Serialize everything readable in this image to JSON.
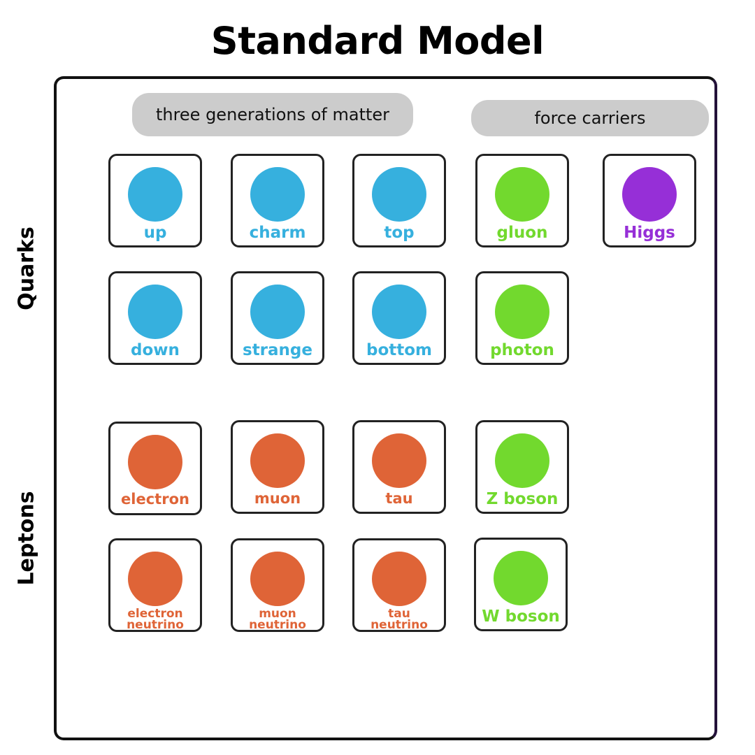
{
  "title": "Standard Model",
  "headers": {
    "matter": "three generations of matter",
    "forces": "force carriers"
  },
  "side_labels": {
    "quarks": "Quarks",
    "leptons": "Leptons"
  },
  "colors": {
    "quark": "#36b0de",
    "lepton": "#df6437",
    "boson": "#72d92e",
    "higgs": "#962fd7",
    "header_pill": "#cccccc"
  },
  "particles": {
    "up": {
      "line1": "up",
      "line2": "",
      "kind": "quark"
    },
    "charm": {
      "line1": "charm",
      "line2": "",
      "kind": "quark"
    },
    "top": {
      "line1": "top",
      "line2": "",
      "kind": "quark"
    },
    "down": {
      "line1": "down",
      "line2": "",
      "kind": "quark"
    },
    "strange": {
      "line1": "strange",
      "line2": "",
      "kind": "quark"
    },
    "bottom": {
      "line1": "bottom",
      "line2": "",
      "kind": "quark"
    },
    "gluon": {
      "line1": "gluon",
      "line2": "",
      "kind": "boson"
    },
    "photon": {
      "line1": "photon",
      "line2": "",
      "kind": "boson"
    },
    "higgs": {
      "line1": "Higgs",
      "line2": "",
      "kind": "higgs"
    },
    "electron": {
      "line1": "electron",
      "line2": "",
      "kind": "lepton"
    },
    "muon": {
      "line1": "muon",
      "line2": "",
      "kind": "lepton"
    },
    "tau": {
      "line1": "tau",
      "line2": "",
      "kind": "lepton"
    },
    "electron_neutrino": {
      "line1": "electron",
      "line2": "neutrino",
      "kind": "lepton"
    },
    "muon_neutrino": {
      "line1": "muon",
      "line2": "neutrino",
      "kind": "lepton"
    },
    "tau_neutrino": {
      "line1": "tau",
      "line2": "neutrino",
      "kind": "lepton"
    },
    "z_boson": {
      "line1": "Z boson",
      "line2": "",
      "kind": "boson"
    },
    "w_boson": {
      "line1": "W boson",
      "line2": "",
      "kind": "boson"
    }
  }
}
